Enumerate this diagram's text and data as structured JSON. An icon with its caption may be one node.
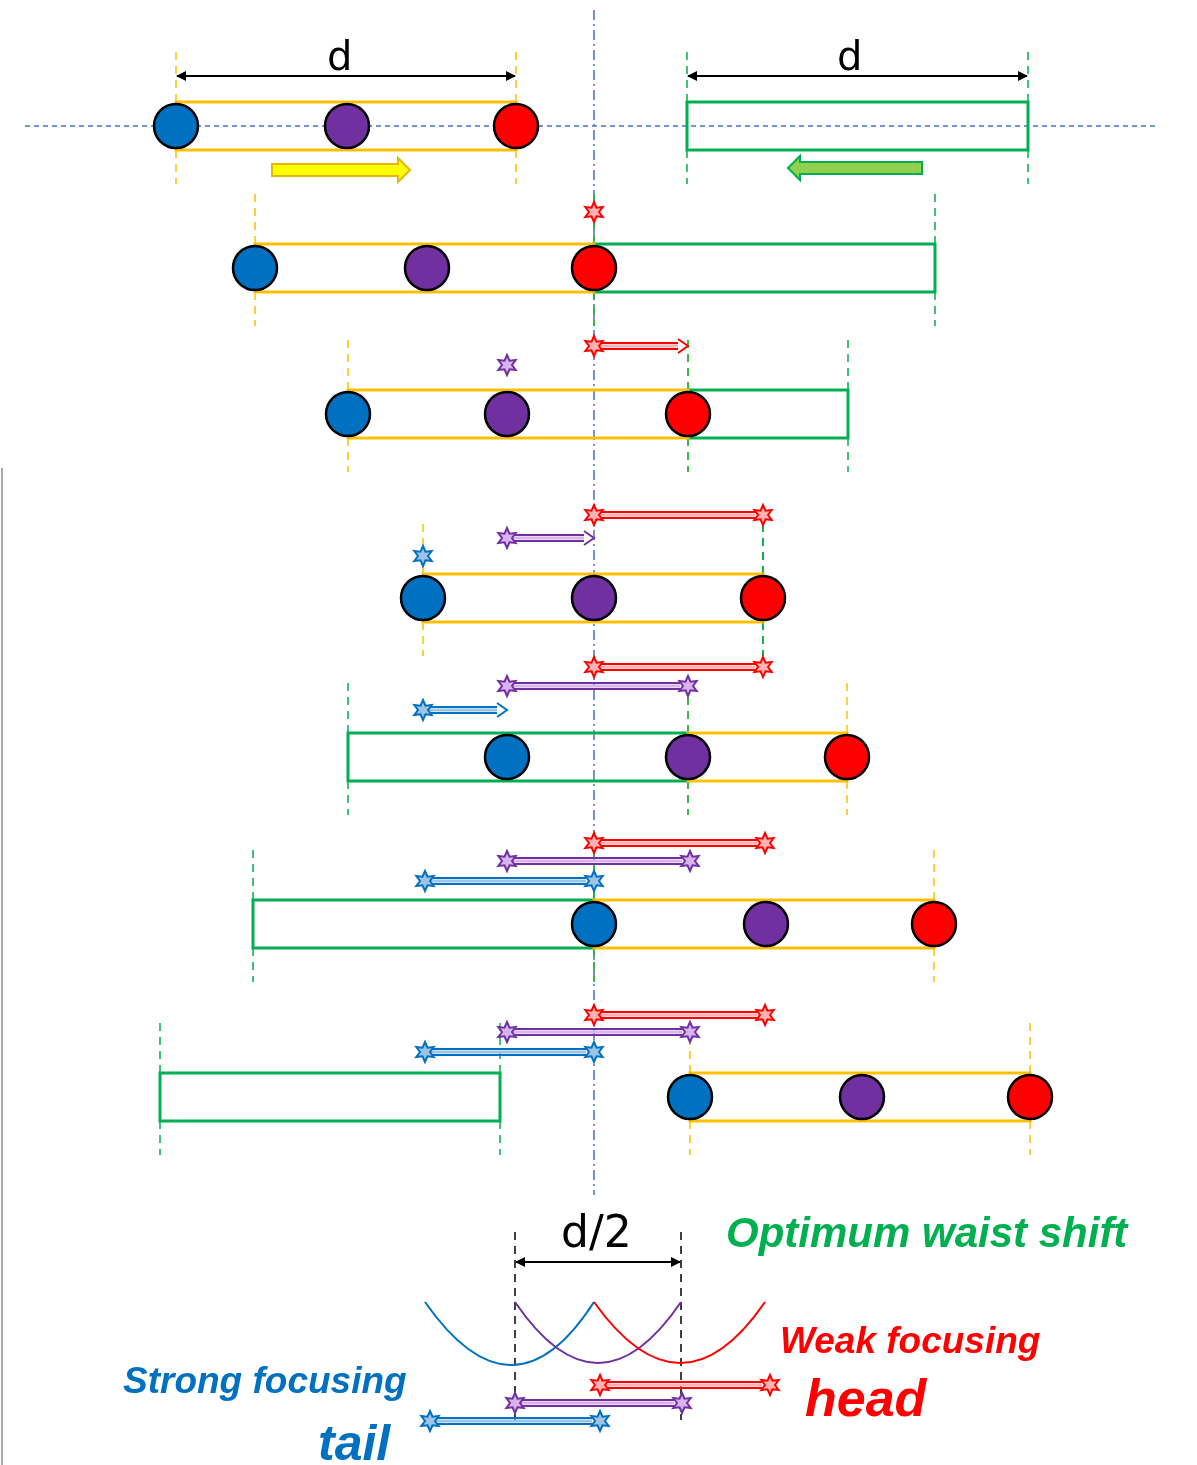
{
  "diagram": {
    "labels": [
      "d",
      "d",
      "d/2",
      "Optimum waist shift",
      "Weak focusing",
      "head",
      "Strong focusing",
      "tail"
    ]
  }
}
